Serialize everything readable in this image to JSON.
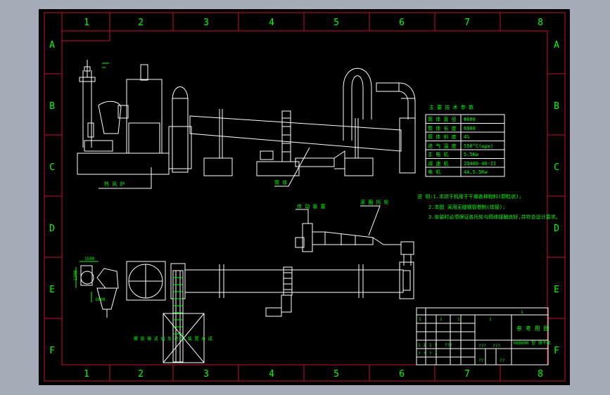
{
  "colors": {
    "viewport_bg": "#a5abb7",
    "sheet_bg": "#000000",
    "frame_red": "#c8102e",
    "outline_white": "#ffffff",
    "label_green": "#00ff00"
  },
  "grid": {
    "columns": [
      "1",
      "2",
      "3",
      "4",
      "5",
      "6",
      "7",
      "8"
    ],
    "rows": [
      "A",
      "B",
      "C",
      "D",
      "E",
      "F"
    ]
  },
  "spec_table": {
    "heading": "主 要 技 术 参 数",
    "rows": [
      {
        "label": "筒 体 直 径",
        "value": "Φ600"
      },
      {
        "label": "筒 体 长 度",
        "value": "8000"
      },
      {
        "label": "筒 体 斜 度",
        "value": "4%"
      },
      {
        "label": "进 气 温 度",
        "value": "550°C(≤μ≥)"
      },
      {
        "label": "主 电 机",
        "value": "5.5Kw"
      },
      {
        "label": "减 速 机",
        "value": "ZQ400-40-II"
      },
      {
        "label": "电 机",
        "value": "4A,5.5Kw"
      }
    ]
  },
  "notes": {
    "line1": "说 明:1.本烘干机用于干燥各种物料(颗粒状);",
    "line2": "2.本图 采用无缝钢管卷制(焊接);",
    "line3": "3.安装时必须保证各托轮与筒体接触良好,并符合设计要求。"
  },
  "callouts": {
    "hot_furnace": "热 风 炉",
    "drum": "筒 体",
    "drive": "传 动 装 置",
    "rolling_ring": "滚 圈 托 轮",
    "conveyor": "螺 旋 输 送 机 及 进 料 装 置 总 成"
  },
  "title_block": {
    "drawing_name": "参 考 用 图",
    "drawing_no": "HG0600 型 烘干机",
    "scale_marks": [
      "1",
      "1",
      "1",
      "1",
      "1"
    ],
    "mid_marks": [
      "???",
      "???",
      "??",
      "??"
    ],
    "left_marks": [
      "1 1",
      "1 1",
      "???",
      "? ?",
      "? ?"
    ]
  },
  "dimensions": {
    "d1": "1300",
    "d2": "1500",
    "d3": "1000"
  }
}
